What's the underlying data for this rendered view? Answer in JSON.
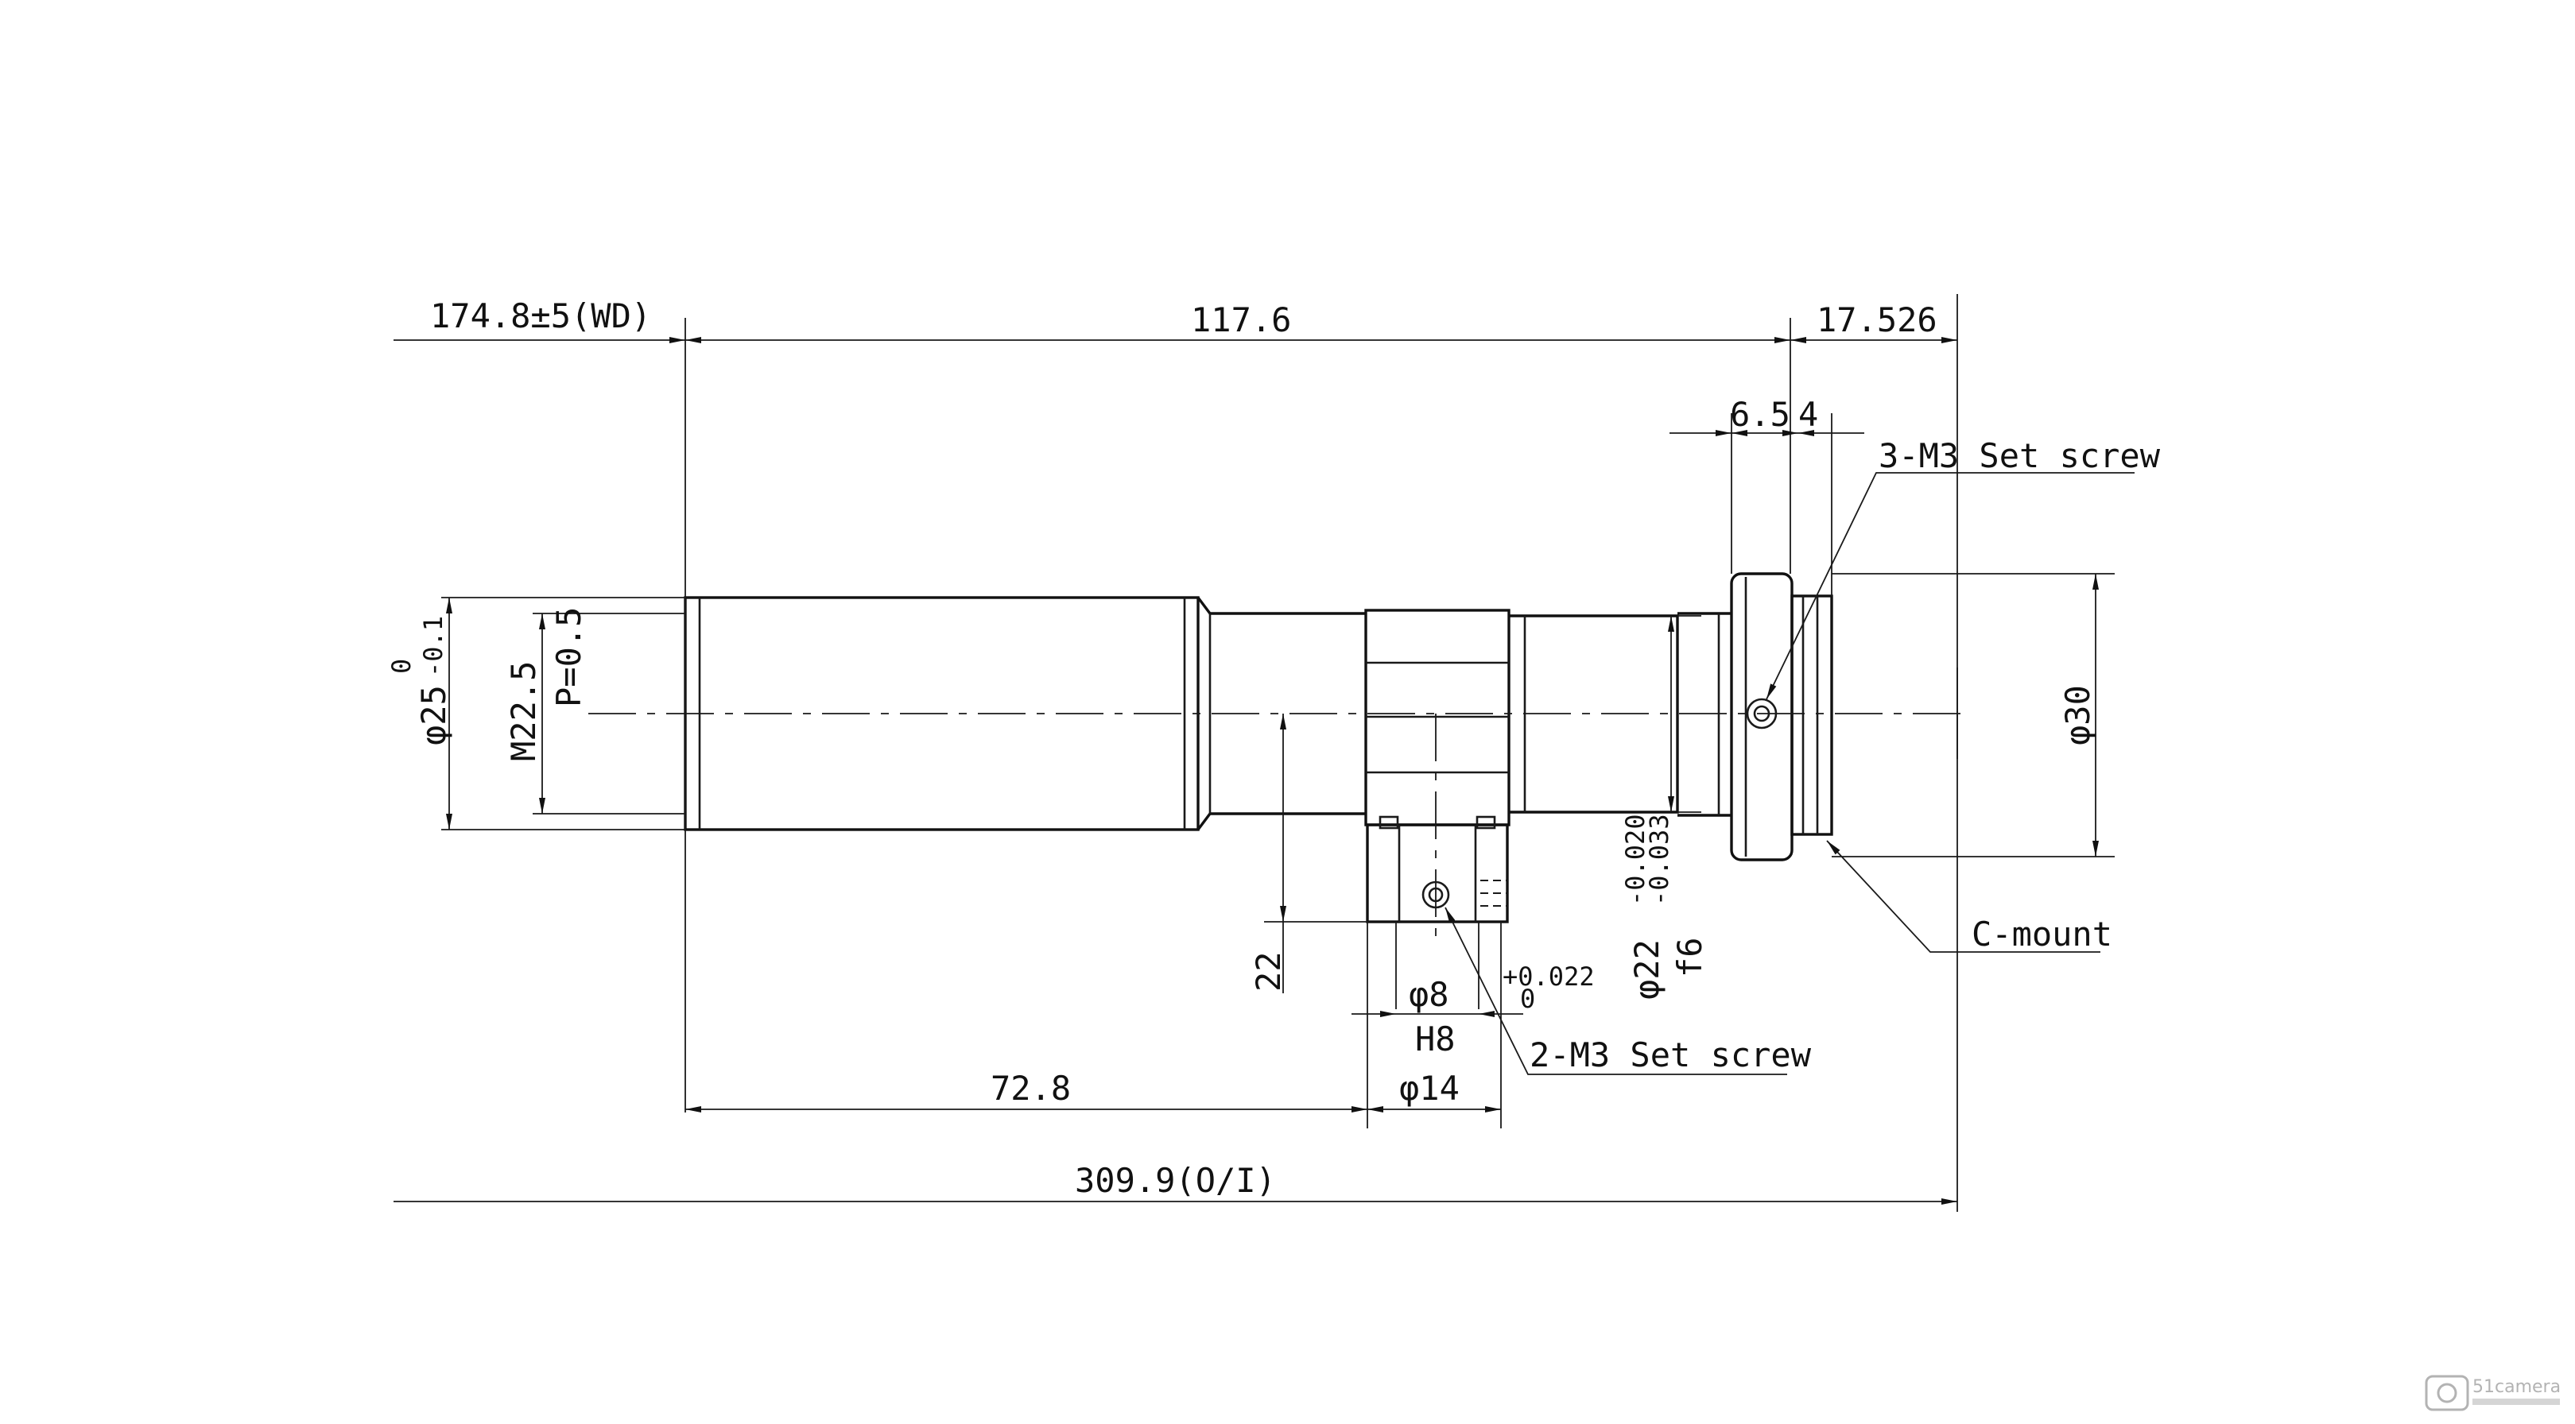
{
  "dimensions": {
    "wd": "174.8±5(WD)",
    "length": "117.6",
    "back": "17.526",
    "d65": "6.5",
    "d4": "4",
    "set_screw_3": "3-M3 Set screw",
    "phi25": "φ25",
    "phi25_tol_upper": "0",
    "phi25_tol_lower": "-0.1",
    "m225": "M22.5",
    "pitch": "P=0.5",
    "phi30": "φ30",
    "cmount": "C-mount",
    "dim22": "22",
    "phi22": "φ22",
    "phi22_tol_upper": "-0.020",
    "phi22_tol_lower": "-0.033",
    "f6": "f6",
    "phi8": "φ8",
    "h8": "H8",
    "tol_plus": "+0.022",
    "tol_zero": "0",
    "set_screw_2": "2-M3 Set screw",
    "phi14": "φ14",
    "d728": "72.8",
    "total": "309.9(O/I)"
  },
  "watermark": {
    "brand": "51camera"
  }
}
